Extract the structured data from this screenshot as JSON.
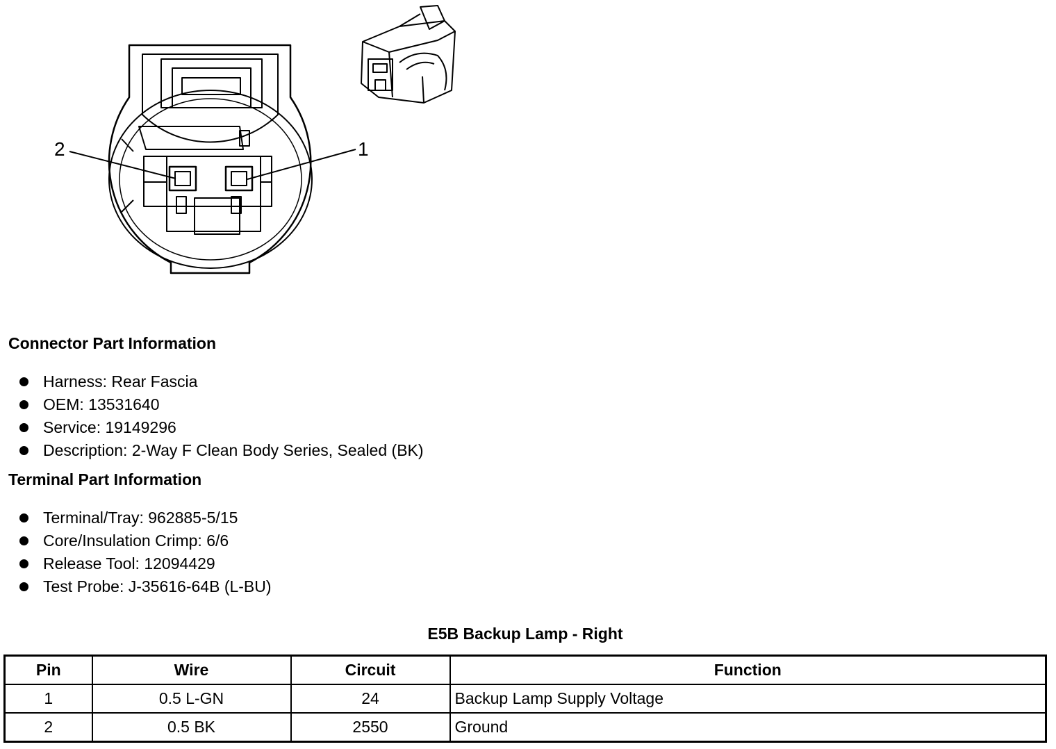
{
  "diagram": {
    "callouts": [
      "1",
      "2"
    ]
  },
  "connector": {
    "title": "Connector Part Information",
    "items": [
      "Harness: Rear Fascia",
      "OEM: 13531640",
      "Service: 19149296",
      "Description: 2-Way F Clean Body Series, Sealed (BK)"
    ]
  },
  "terminal": {
    "title": "Terminal Part Information",
    "items": [
      "Terminal/Tray: 962885-5/15",
      "Core/Insulation Crimp: 6/6",
      "Release Tool: 12094429",
      "Test Probe: J-35616-64B (L-BU)"
    ]
  },
  "table": {
    "title": "E5B Backup Lamp - Right",
    "headers": [
      "Pin",
      "Wire",
      "Circuit",
      "Function"
    ],
    "rows": [
      [
        "1",
        "0.5 L-GN",
        "24",
        "Backup Lamp Supply Voltage"
      ],
      [
        "2",
        "0.5 BK",
        "2550",
        "Ground"
      ]
    ]
  }
}
